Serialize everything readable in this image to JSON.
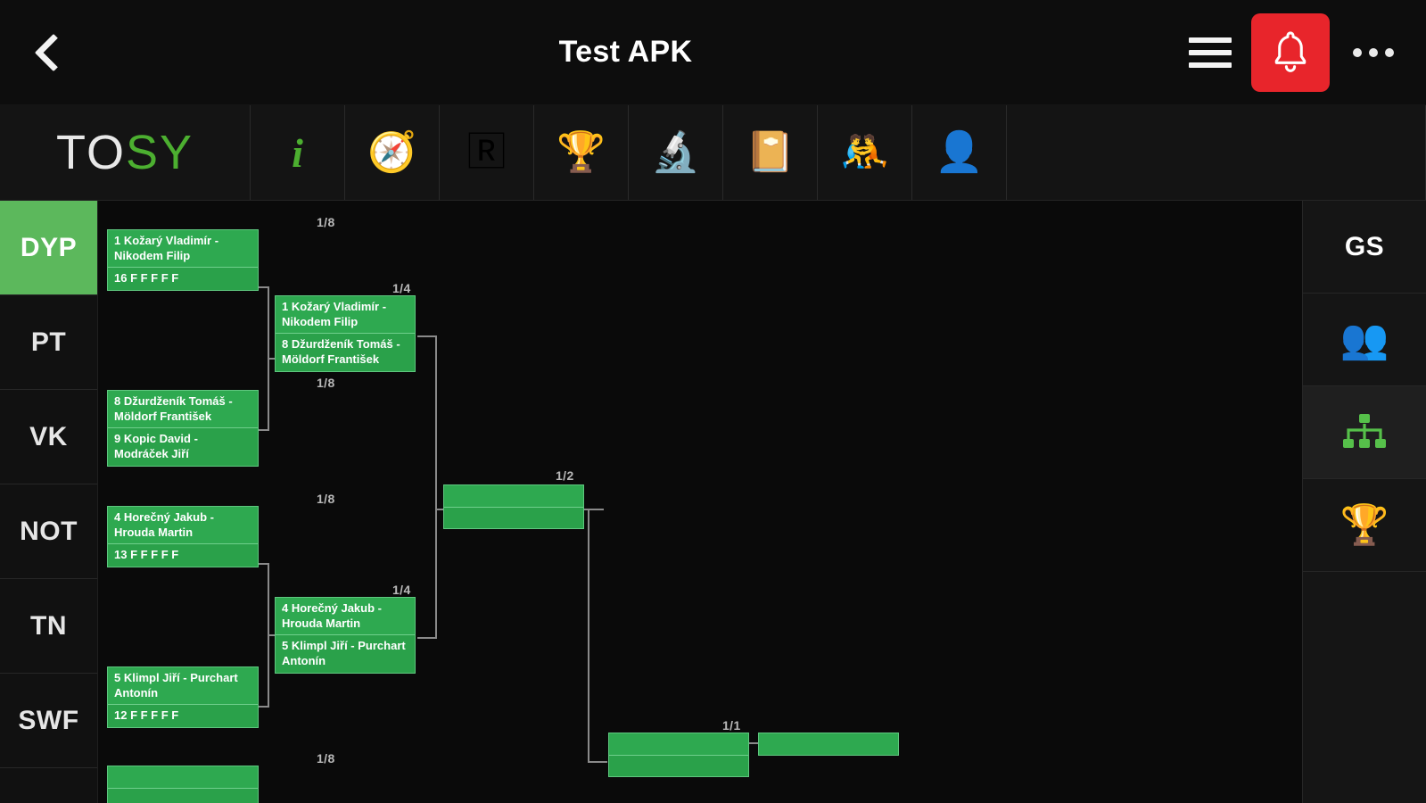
{
  "topbar": {
    "back_icon": "chevron-left-icon",
    "title": "Test APK",
    "menu_icon": "hamburger-icon",
    "bell_icon": "bell-icon",
    "bell_color": "#e8252b",
    "more_icon": "more-horizontal-icon"
  },
  "iconnav": {
    "logo_part1": "TO",
    "logo_part2": "SY",
    "logo_color_1": "#e8e8e8",
    "logo_color_2": "#4caf30",
    "items": [
      {
        "name": "info",
        "glyph": "i",
        "label": "Info"
      },
      {
        "name": "schedule",
        "glyph": "🧭",
        "label": "Schedule"
      },
      {
        "name": "ranking",
        "glyph": "🅁️",
        "label": "Ranking"
      },
      {
        "name": "trophy",
        "glyph": "🏆",
        "label": "Results"
      },
      {
        "name": "scouting",
        "glyph": "🔬",
        "label": "Scouting"
      },
      {
        "name": "ledger",
        "glyph": "📔",
        "label": "Ledger"
      },
      {
        "name": "versus",
        "glyph": "🤼",
        "label": "Versus"
      },
      {
        "name": "player",
        "glyph": "👤",
        "label": "Player"
      }
    ]
  },
  "leftbar": {
    "items": [
      {
        "label": "DYP",
        "active": true
      },
      {
        "label": "PT",
        "active": false
      },
      {
        "label": "VK",
        "active": false
      },
      {
        "label": "NOT",
        "active": false
      },
      {
        "label": "TN",
        "active": false
      },
      {
        "label": "SWF",
        "active": false
      }
    ]
  },
  "rightbar": {
    "items": [
      {
        "name": "group-stage",
        "label": "GS",
        "type": "text",
        "active": false
      },
      {
        "name": "players",
        "glyph": "👥",
        "type": "icon",
        "active": false
      },
      {
        "name": "bracket",
        "glyph": "🔀",
        "type": "icon",
        "active": true
      },
      {
        "name": "results-trophy",
        "glyph": "🏆",
        "type": "icon",
        "active": false
      }
    ]
  },
  "bracket": {
    "round_labels": {
      "eighth": "1/8",
      "quarter": "1/4",
      "semi": "1/2",
      "final": "1/1"
    },
    "matches": {
      "e1": {
        "round": "1/8",
        "top": "1 Kožarý Vladimír - Nikodem Filip",
        "bottom": "16 F F F F F"
      },
      "e2": {
        "round": "1/8",
        "top": "8 Džurdženík Tomáš - Möldorf František",
        "bottom": "9 Kopic David - Modráček Jiří"
      },
      "e3": {
        "round": "1/8",
        "top": "4 Horečný Jakub - Hrouda Martin",
        "bottom": "13 F F F F F"
      },
      "e4": {
        "round": "1/8",
        "top": "5 Klimpl Jiří - Purchart Antonín",
        "bottom": "12 F F F F F"
      },
      "e5": {
        "round": "1/8",
        "top": "",
        "bottom": ""
      },
      "q1": {
        "round": "1/4",
        "top": "1 Kožarý Vladimír - Nikodem Filip",
        "bottom": "8 Džurdženík Tomáš - Möldorf František"
      },
      "q2": {
        "round": "1/4",
        "top": "4 Horečný Jakub - Hrouda Martin",
        "bottom": "5 Klimpl Jiří - Purchart Antonín"
      },
      "s1": {
        "round": "1/2",
        "top": "",
        "bottom": ""
      },
      "f1": {
        "round": "1/1",
        "top": "",
        "bottom": ""
      },
      "w1": {
        "round": "winner",
        "top": ""
      }
    }
  }
}
